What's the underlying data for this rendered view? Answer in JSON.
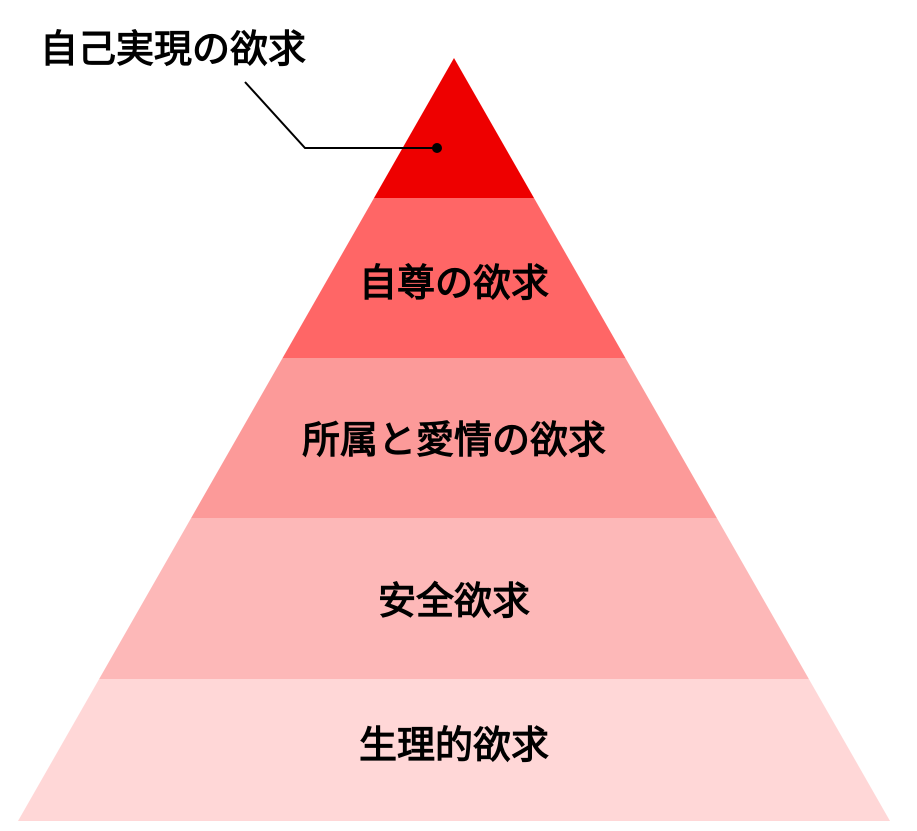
{
  "title": "自己実現の欲求",
  "layers": [
    {
      "label": "自己実現の欲求",
      "color": "#EE0000",
      "show_label": false
    },
    {
      "label": "自尊の欲求",
      "color": "#FF6666",
      "show_label": true
    },
    {
      "label": "所属と愛情の欲求",
      "color": "#FC9A99",
      "show_label": true
    },
    {
      "label": "安全欲求",
      "color": "#FDB8B8",
      "show_label": true
    },
    {
      "label": "生理的欲求",
      "color": "#FFD7D7",
      "show_label": true
    }
  ]
}
